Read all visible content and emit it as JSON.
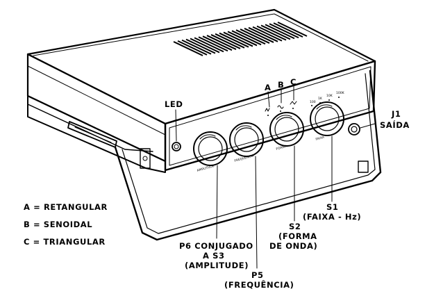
{
  "labels": {
    "led": "LED",
    "a": "A",
    "b": "B",
    "c": "C",
    "j1": "J1",
    "saida": "SAÍDA",
    "s1_line1": "S1",
    "s1_line2": "(FAIXA - Hz)",
    "s2_line1": "S2",
    "s2_line2": "(FORMA",
    "s2_line3": "DE ONDA)",
    "p6_line1": "P6 CONJUGADO",
    "p6_line2": "A S3",
    "p6_line3": "(AMPLITUDE)",
    "p5_line1": "P5",
    "p5_line2": "(FREQUÊNCIA)"
  },
  "legend": [
    {
      "key": "A",
      "text": "A = RETANGULAR"
    },
    {
      "key": "B",
      "text": "B = SENOIDAL"
    },
    {
      "key": "C",
      "text": "C = TRIANGULAR"
    }
  ],
  "panel_marks": {
    "range_scale": [
      "100",
      "1K",
      "10K",
      "100K"
    ],
    "knob_captions": [
      "AMPLITUDE",
      "FREQUÊNCIA",
      "FORMA",
      "FAIXA"
    ]
  }
}
